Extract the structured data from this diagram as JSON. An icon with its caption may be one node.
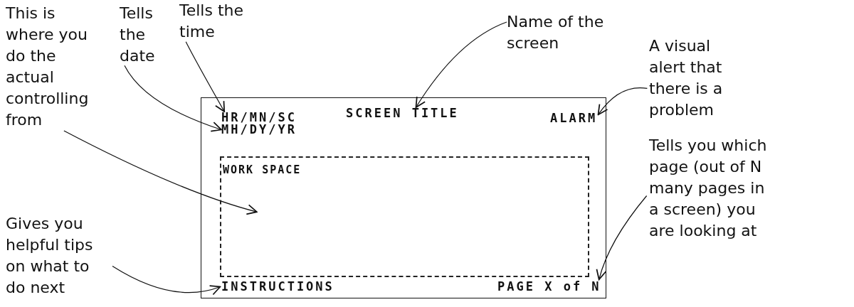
{
  "diagram": {
    "nodes": [
      {
        "text": [],
        "shape": "box"
      },
      {
        "text": [
          "SCREEN TITLE"
        ],
        "in": 0
      },
      {
        "text": [
          "HR/MN/SC"
        ],
        "in": 0
      },
      {
        "text": [
          "MH/DY/YR"
        ],
        "in": 0
      },
      {
        "text": [
          "ALARM"
        ],
        "in": 0
      },
      {
        "text": [
          "WORK SPACE"
        ],
        "in": 0
      },
      {
        "text": [
          "INSTRUCTIONS"
        ],
        "in": 0
      },
      {
        "text": [
          "PAGE X of N"
        ],
        "in": 0
      },
      {
        "text": [
          "This is where you do the actual controlling from"
        ]
      },
      {
        "text": [
          "Tells the date"
        ]
      },
      {
        "text": [
          "Tells the time"
        ]
      },
      {
        "text": [
          "Name of the screen"
        ]
      },
      {
        "text": [
          "A visual alert that there is a problem"
        ]
      },
      {
        "text": [
          "Tells you which page (out of N many pages in a screen) you are looking at"
        ]
      },
      {
        "text": [
          "Gives you helpful tips on what to do next"
        ]
      }
    ],
    "edges": [
      {
        "from": 8,
        "to": 5,
        "arrow": "to"
      },
      {
        "from": 9,
        "to": 3,
        "arrow": "to"
      },
      {
        "from": 10,
        "to": 2,
        "arrow": "to"
      },
      {
        "from": 11,
        "to": 1,
        "arrow": "to"
      },
      {
        "from": 12,
        "to": 4,
        "arrow": "to"
      },
      {
        "from": 13,
        "to": 7,
        "arrow": "to"
      },
      {
        "from": 14,
        "to": 6,
        "arrow": "to"
      }
    ]
  }
}
